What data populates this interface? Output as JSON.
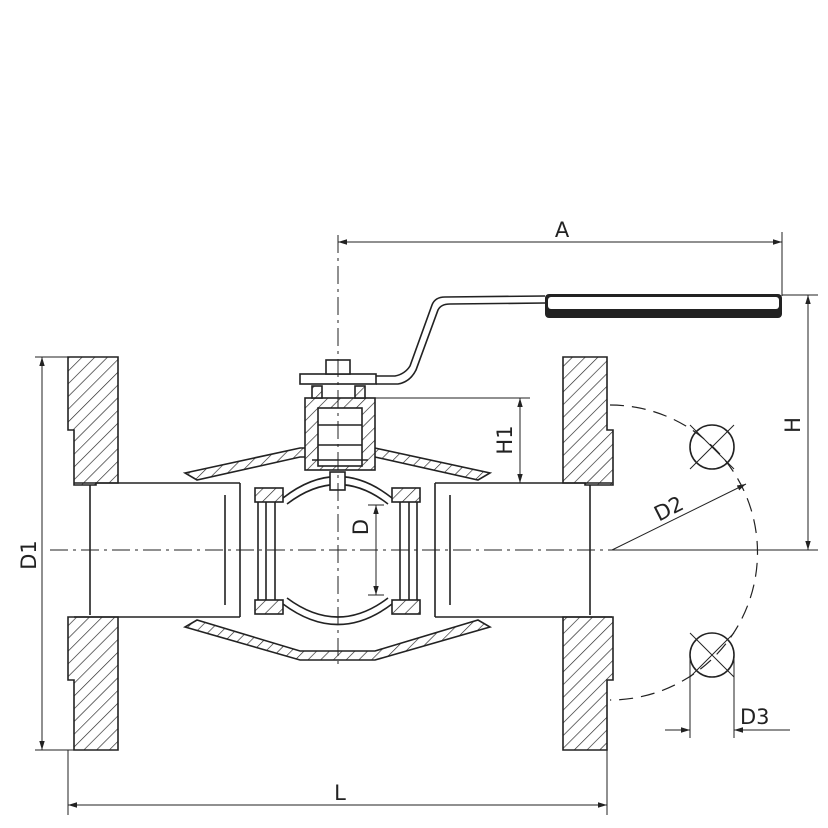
{
  "drawing": {
    "title": "Flanged ball valve dimension drawing",
    "dimensions": {
      "A": "A",
      "H": "H",
      "H1": "H1",
      "D": "D",
      "D1": "D1",
      "D2": "D2",
      "D3": "D3",
      "L": "L"
    },
    "colors": {
      "line": "#222222",
      "background": "#ffffff"
    }
  }
}
